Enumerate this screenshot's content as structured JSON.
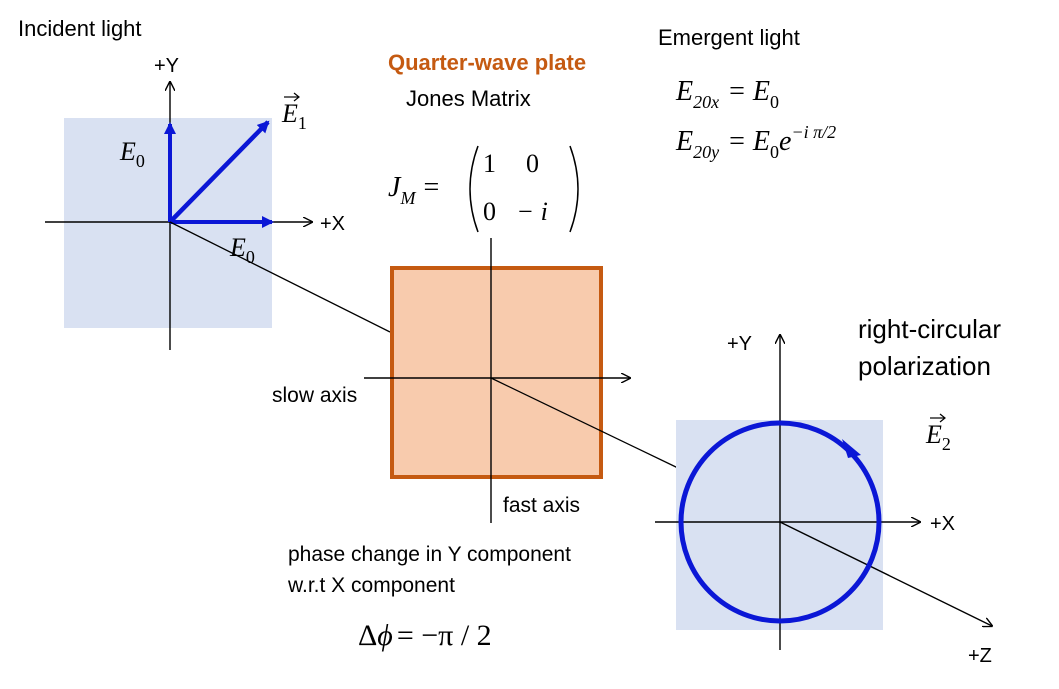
{
  "incident": {
    "title": "Incident light",
    "axis_y": "+Y",
    "axis_x": "+X",
    "e0_y": "E",
    "e0_y_sub": "0",
    "e0_x": "E",
    "e0_x_sub": "0",
    "e1": "E",
    "e1_sub": "1"
  },
  "plate": {
    "title": "Quarter-wave plate",
    "subtitle": "Jones Matrix",
    "jm": "J",
    "jm_sub": "M",
    "m11": "1",
    "m12": "0",
    "m21": "0",
    "m22_sign": "−",
    "m22": "i",
    "slow_axis": "slow axis",
    "fast_axis": "fast axis",
    "phase_line1": "phase change in Y component",
    "phase_line2": "w.r.t X component",
    "delta": "Δ",
    "phi": "ϕ",
    "delta_rhs": "= −π / 2",
    "title_color": "#c55a11",
    "plate_fill": "#f8cbad",
    "plate_border": "#c55a11"
  },
  "emergent": {
    "title": "Emergent light",
    "eq1_lhs": "E",
    "eq1_sub": "20x",
    "eq1_rhs": "E",
    "eq1_rhs_sub": "0",
    "eq2_lhs": "E",
    "eq2_sub": "20y",
    "eq2_rhs": "E",
    "eq2_rhs_sub": "0",
    "eq2_e": "e",
    "eq2_exp": "−i π/2",
    "pol_line1": "right-circular",
    "pol_line2": "polarization",
    "axis_y": "+Y",
    "axis_x": "+X",
    "axis_z": "+Z",
    "e2": "E",
    "e2_sub": "2"
  },
  "colors": {
    "panel_bg": "#d9e1f2",
    "vector": "#0b17d6",
    "circle": "#0b17d6"
  }
}
